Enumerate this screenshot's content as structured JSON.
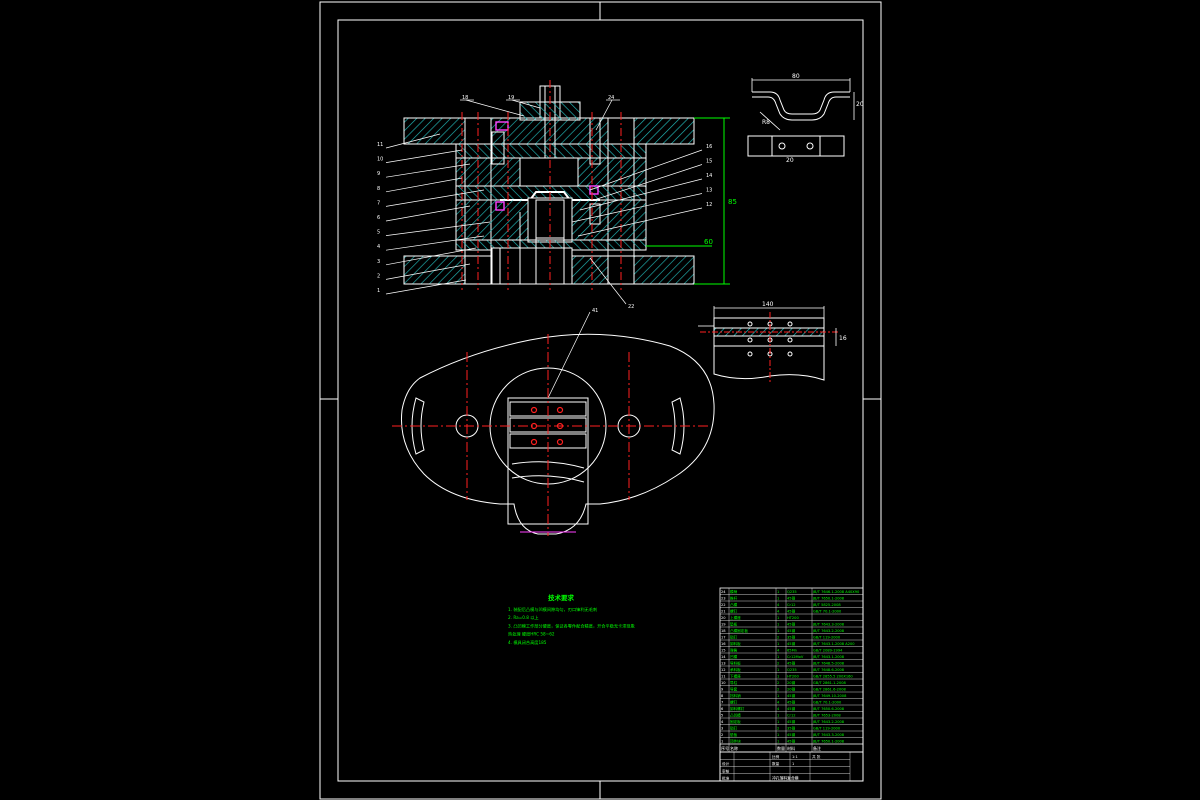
{
  "colors": {
    "background": "#000000",
    "line": "#ffffff",
    "centerline": "#ff2020",
    "dimension": "#00ff00",
    "hatch": "#22b8b8",
    "pierce": "#ff40ff",
    "notes_text": "#00ff00",
    "table_text": "#00ff00"
  },
  "callouts_left": [
    "11",
    "10",
    "9",
    "8",
    "7",
    "6",
    "5",
    "4",
    "3",
    "2",
    "1"
  ],
  "callouts_top": [
    "18",
    "19",
    "24"
  ],
  "callouts_right": [
    "16",
    "15",
    "14",
    "13",
    "12"
  ],
  "callouts_bottom": [
    "22"
  ],
  "callout_plan": "41",
  "dimensions": {
    "section_height": "85",
    "section_mid": "60",
    "part_width": "80",
    "part_right": "20",
    "part_angle": "R8",
    "part_hole": "20",
    "strip_width": "140",
    "strip_side": "16"
  },
  "technical_notes": {
    "title": "技术要求",
    "items": [
      "1. 装配后凸模与凹模间隙均匀，刃口锋利无毛刺",
      "2. Ra=0.8 以上",
      "3. 凸凹模工作部分硬度，保证各零件配合精度，开合平稳无卡滞现象",
      "热处理 硬度HRC 58~62",
      "4. 模具闭合高度185"
    ]
  },
  "parts_table": {
    "rows": [
      {
        "no": "24",
        "name": "模柄",
        "qty": "1",
        "mat": "Q235",
        "std": "JB/T 7646.1-2008 A40X90"
      },
      {
        "no": "23",
        "name": "推杆",
        "qty": "1",
        "mat": "45钢",
        "std": "JB/T 7650.1-2008"
      },
      {
        "no": "22",
        "name": "凸模",
        "qty": "4",
        "mat": "Cr12",
        "std": "JB/T 5825-2008"
      },
      {
        "no": "21",
        "name": "螺钉",
        "qty": "4",
        "mat": "45钢",
        "std": "GB/T 70.1-2000"
      },
      {
        "no": "20",
        "name": "上模座",
        "qty": "1",
        "mat": "HT200",
        "std": ""
      },
      {
        "no": "19",
        "name": "垫板",
        "qty": "1",
        "mat": "45钢",
        "std": "JB/T 7643.3-2008"
      },
      {
        "no": "18",
        "name": "凸模固定板",
        "qty": "1",
        "mat": "45钢",
        "std": "JB/T 7643.2-2008"
      },
      {
        "no": "17",
        "name": "销钉",
        "qty": "2",
        "mat": "35钢",
        "std": "GB/T 119-2000"
      },
      {
        "no": "16",
        "name": "卸料板",
        "qty": "1",
        "mat": "45钢",
        "std": "JB/T 7643.1-2008 A200"
      },
      {
        "no": "15",
        "name": "弹簧",
        "qty": "4",
        "mat": "65Mn",
        "std": "GB/T 2089-1994"
      },
      {
        "no": "14",
        "name": "凹模",
        "qty": "1",
        "mat": "Cr12MoV",
        "std": "JB/T 7643.1-2008"
      },
      {
        "no": "13",
        "name": "导料板",
        "qty": "2",
        "mat": "45钢",
        "std": "JB/T 7648.5-2008"
      },
      {
        "no": "12",
        "name": "承料板",
        "qty": "1",
        "mat": "Q235",
        "std": "JB/T 7648.6-2008"
      },
      {
        "no": "11",
        "name": "下模座",
        "qty": "1",
        "mat": "HT200",
        "std": "GB/T 2855.5 200X160"
      },
      {
        "no": "10",
        "name": "导柱",
        "qty": "2",
        "mat": "20钢",
        "std": "GB/T 2861.1-2008"
      },
      {
        "no": "9",
        "name": "导套",
        "qty": "2",
        "mat": "20钢",
        "std": "GB/T 2861.6-2008"
      },
      {
        "no": "8",
        "name": "挡料销",
        "qty": "1",
        "mat": "45钢",
        "std": "JB/T 7649.10-2008"
      },
      {
        "no": "7",
        "name": "螺钉",
        "qty": "4",
        "mat": "45钢",
        "std": "GB/T 70.1-2000"
      },
      {
        "no": "6",
        "name": "卸料螺钉",
        "qty": "4",
        "mat": "45钢",
        "std": "JB/T 7650.6-2008"
      },
      {
        "no": "5",
        "name": "凸凹模",
        "qty": "1",
        "mat": "Cr12",
        "std": "JB/T 7653-2008"
      },
      {
        "no": "4",
        "name": "固定板",
        "qty": "1",
        "mat": "45钢",
        "std": "JB/T 7643.2-2008"
      },
      {
        "no": "3",
        "name": "销钉",
        "qty": "2",
        "mat": "35钢",
        "std": "GB/T 119-2000"
      },
      {
        "no": "2",
        "name": "垫板",
        "qty": "1",
        "mat": "45钢",
        "std": "JB/T 7643.3-2008"
      },
      {
        "no": "1",
        "name": "顶件块",
        "qty": "1",
        "mat": "45钢",
        "std": "JB/T 7650.1-2008"
      }
    ],
    "header": {
      "no": "序号",
      "name": "名称",
      "qty": "数量",
      "mat": "材料",
      "std": "备注"
    },
    "title_block": {
      "drawing_title": "冲孔落料复合模",
      "scale_label": "比例",
      "scale": "1:1",
      "qty_label": "数量",
      "qty": "1",
      "sheet_label": "共 张",
      "design": "设计",
      "check": "审核",
      "approve": "批准"
    }
  }
}
